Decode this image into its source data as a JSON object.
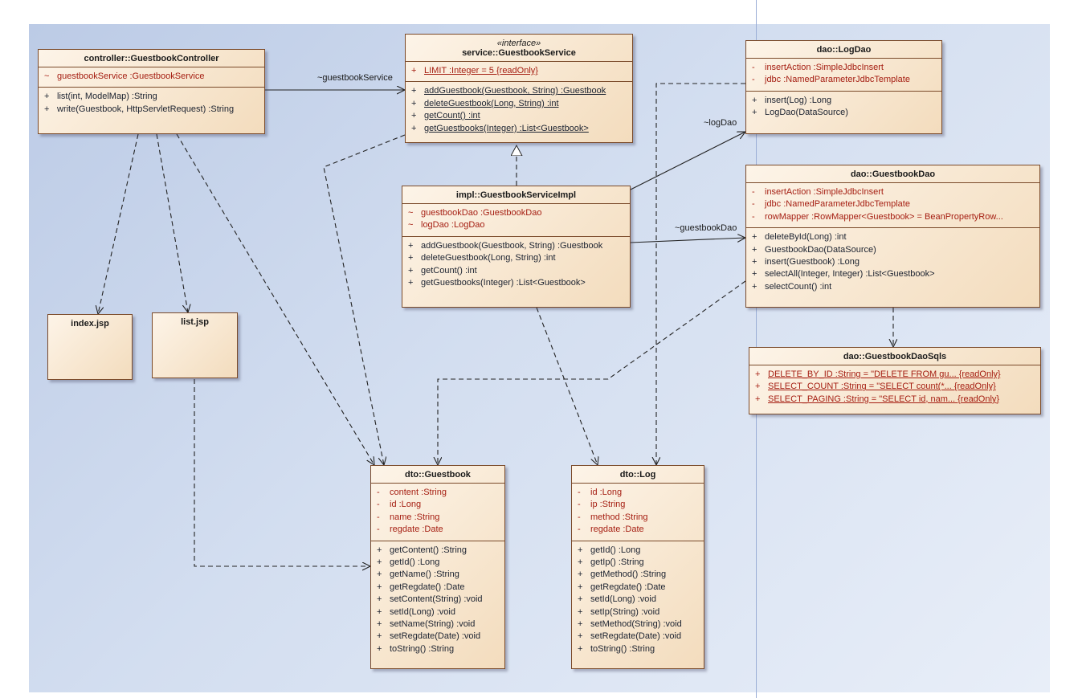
{
  "classes": {
    "controller": {
      "name": "controller::GuestbookController",
      "attributes": [
        {
          "vis": "~",
          "text": "guestbookService  :GuestbookService"
        }
      ],
      "operations": [
        {
          "vis": "+",
          "text": "list(int, ModelMap)  :String"
        },
        {
          "vis": "+",
          "text": "write(Guestbook, HttpServletRequest)  :String"
        }
      ]
    },
    "service": {
      "stereotype": "«interface»",
      "name": "service::GuestbookService",
      "attributes": [
        {
          "vis": "+",
          "text": "LIMIT  :Integer = 5 {readOnly}"
        }
      ],
      "operations": [
        {
          "vis": "+",
          "text": "addGuestbook(Guestbook, String)  :Guestbook"
        },
        {
          "vis": "+",
          "text": "deleteGuestbook(Long, String)  :int"
        },
        {
          "vis": "+",
          "text": "getCount()  :int"
        },
        {
          "vis": "+",
          "text": "getGuestbooks(Integer)  :List<Guestbook>"
        }
      ]
    },
    "logdao": {
      "name": "dao::LogDao",
      "attributes": [
        {
          "vis": "-",
          "text": "insertAction  :SimpleJdbcInsert"
        },
        {
          "vis": "-",
          "text": "jdbc  :NamedParameterJdbcTemplate"
        }
      ],
      "operations": [
        {
          "vis": "+",
          "text": "insert(Log)  :Long"
        },
        {
          "vis": "+",
          "text": "LogDao(DataSource)"
        }
      ]
    },
    "impl": {
      "name": "impl::GuestbookServiceImpl",
      "attributes": [
        {
          "vis": "~",
          "text": "guestbookDao  :GuestbookDao"
        },
        {
          "vis": "~",
          "text": "logDao  :LogDao"
        }
      ],
      "operations": [
        {
          "vis": "+",
          "text": "addGuestbook(Guestbook, String)  :Guestbook"
        },
        {
          "vis": "+",
          "text": "deleteGuestbook(Long, String)  :int"
        },
        {
          "vis": "+",
          "text": "getCount()  :int"
        },
        {
          "vis": "+",
          "text": "getGuestbooks(Integer)  :List<Guestbook>"
        }
      ]
    },
    "gbdao": {
      "name": "dao::GuestbookDao",
      "attributes": [
        {
          "vis": "-",
          "text": "insertAction  :SimpleJdbcInsert"
        },
        {
          "vis": "-",
          "text": "jdbc  :NamedParameterJdbcTemplate"
        },
        {
          "vis": "-",
          "text": "rowMapper  :RowMapper<Guestbook> = BeanPropertyRow..."
        }
      ],
      "operations": [
        {
          "vis": "+",
          "text": "deleteById(Long)  :int"
        },
        {
          "vis": "+",
          "text": "GuestbookDao(DataSource)"
        },
        {
          "vis": "+",
          "text": "insert(Guestbook)  :Long"
        },
        {
          "vis": "+",
          "text": "selectAll(Integer, Integer)  :List<Guestbook>"
        },
        {
          "vis": "+",
          "text": "selectCount()  :int"
        }
      ]
    },
    "index": {
      "name": "index.jsp"
    },
    "list": {
      "name": "list.jsp"
    },
    "sqls": {
      "name": "dao::GuestbookDaoSqls",
      "attributes": [
        {
          "vis": "+",
          "text": "DELETE_BY_ID  :String = \"DELETE FROM gu... {readOnly}"
        },
        {
          "vis": "+",
          "text": "SELECT_COUNT  :String = \"SELECT count(*... {readOnly}"
        },
        {
          "vis": "+",
          "text": "SELECT_PAGING  :String = \"SELECT id, nam... {readOnly}"
        }
      ]
    },
    "guestbook": {
      "name": "dto::Guestbook",
      "attributes": [
        {
          "vis": "-",
          "text": "content  :String"
        },
        {
          "vis": "-",
          "text": "id  :Long"
        },
        {
          "vis": "-",
          "text": "name  :String"
        },
        {
          "vis": "-",
          "text": "regdate  :Date"
        }
      ],
      "operations": [
        {
          "vis": "+",
          "text": "getContent()  :String"
        },
        {
          "vis": "+",
          "text": "getId()  :Long"
        },
        {
          "vis": "+",
          "text": "getName()  :String"
        },
        {
          "vis": "+",
          "text": "getRegdate()  :Date"
        },
        {
          "vis": "+",
          "text": "setContent(String)  :void"
        },
        {
          "vis": "+",
          "text": "setId(Long)  :void"
        },
        {
          "vis": "+",
          "text": "setName(String)  :void"
        },
        {
          "vis": "+",
          "text": "setRegdate(Date)  :void"
        },
        {
          "vis": "+",
          "text": "toString()  :String"
        }
      ]
    },
    "log": {
      "name": "dto::Log",
      "attributes": [
        {
          "vis": "-",
          "text": "id  :Long"
        },
        {
          "vis": "-",
          "text": "ip  :String"
        },
        {
          "vis": "-",
          "text": "method  :String"
        },
        {
          "vis": "-",
          "text": "regdate  :Date"
        }
      ],
      "operations": [
        {
          "vis": "+",
          "text": "getId()  :Long"
        },
        {
          "vis": "+",
          "text": "getIp()  :String"
        },
        {
          "vis": "+",
          "text": "getMethod()  :String"
        },
        {
          "vis": "+",
          "text": "getRegdate()  :Date"
        },
        {
          "vis": "+",
          "text": "setId(Long)  :void"
        },
        {
          "vis": "+",
          "text": "setIp(String)  :void"
        },
        {
          "vis": "+",
          "text": "setMethod(String)  :void"
        },
        {
          "vis": "+",
          "text": "setRegdate(Date)  :void"
        },
        {
          "vis": "+",
          "text": "toString()  :String"
        }
      ]
    }
  },
  "edge_labels": {
    "guestbook_service": "~guestbookService",
    "log_dao": "~logDao",
    "guestbook_dao": "~guestbookDao"
  }
}
